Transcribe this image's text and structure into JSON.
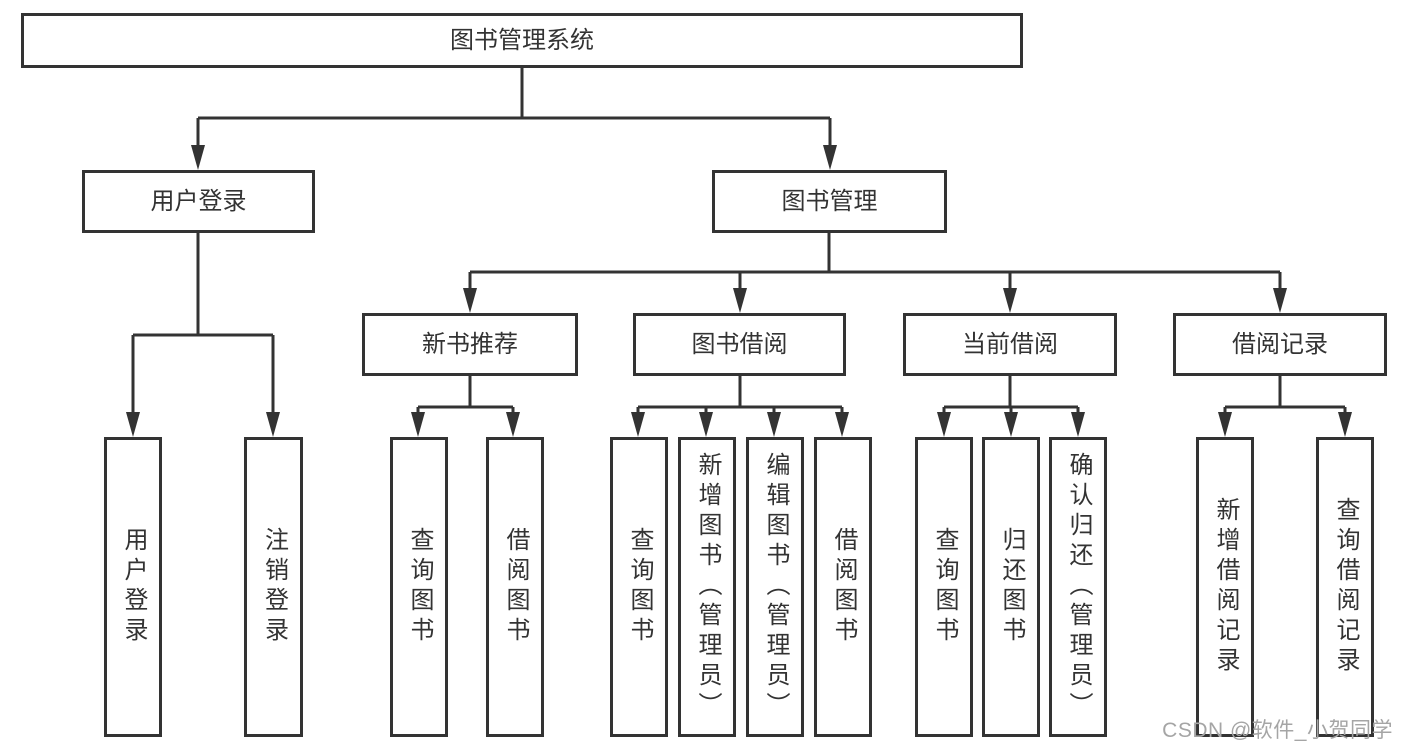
{
  "diagram": {
    "root": {
      "label": "图书管理系统"
    },
    "branches": [
      {
        "label": "用户登录",
        "children": [
          {
            "label": "用户登录"
          },
          {
            "label": "注销登录"
          }
        ]
      },
      {
        "label": "图书管理",
        "children": [
          {
            "label": "新书推荐",
            "children": [
              {
                "label": "查询图书"
              },
              {
                "label": "借阅图书"
              }
            ]
          },
          {
            "label": "图书借阅",
            "children": [
              {
                "label": "查询图书"
              },
              {
                "label": "新增图书（管理员）"
              },
              {
                "label": "编辑图书（管理员）"
              },
              {
                "label": "借阅图书"
              }
            ]
          },
          {
            "label": "当前借阅",
            "children": [
              {
                "label": "查询图书"
              },
              {
                "label": "归还图书"
              },
              {
                "label": "确认归还（管理员）"
              }
            ]
          },
          {
            "label": "借阅记录",
            "children": [
              {
                "label": "新增借阅记录"
              },
              {
                "label": "查询借阅记录"
              }
            ]
          }
        ]
      }
    ]
  },
  "watermark": {
    "text": "CSDN @软件_小贺同学"
  },
  "colors": {
    "line": "#333333",
    "box_border": "#333333",
    "text": "#333333",
    "watermark": "#a5a5a5",
    "background": "#ffffff"
  }
}
